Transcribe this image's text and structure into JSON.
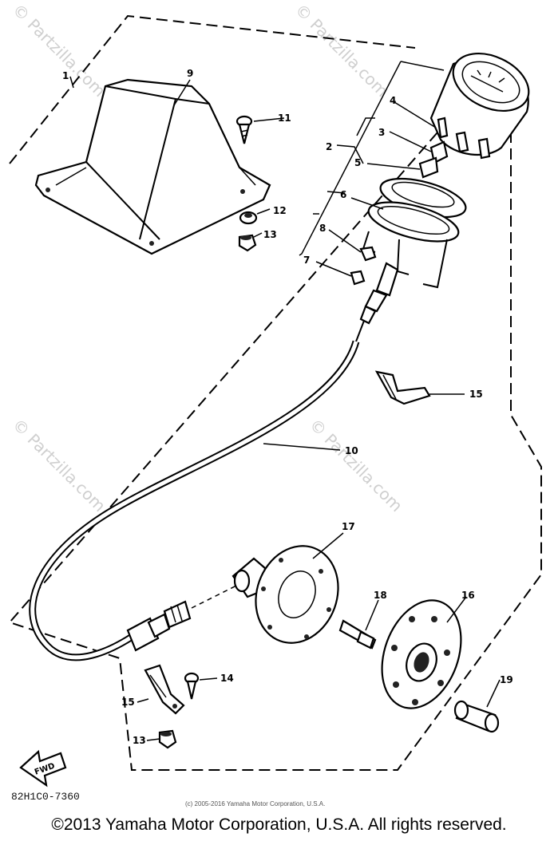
{
  "watermark": {
    "text": "© Partzilla.com"
  },
  "diagram_code": "82H1C0-7360",
  "small_copyright": "(c) 2005-2016 Yamaha Motor Corporation, U.S.A.",
  "footer_copyright": "©2013 Yamaha Motor Corporation, U.S.A. All rights reserved.",
  "fwd_label": "FWD",
  "callouts": {
    "c1": "1",
    "c2": "2",
    "c3": "3",
    "c4": "4",
    "c5": "5",
    "c6": "6",
    "c7": "7",
    "c8": "8",
    "c9": "9",
    "c10": "10",
    "c11": "11",
    "c12": "12",
    "c13a": "13",
    "c13b": "13",
    "c14": "14",
    "c15a": "15",
    "c15b": "15",
    "c16": "16",
    "c17": "17",
    "c18": "18",
    "c19": "19"
  }
}
